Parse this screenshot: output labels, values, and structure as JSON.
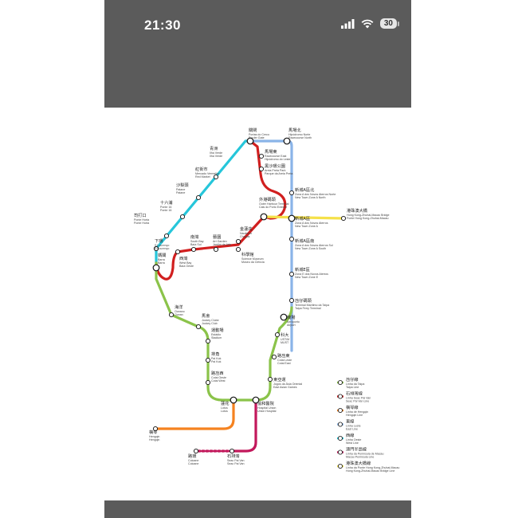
{
  "status_bar": {
    "time": "21:30",
    "battery": "30",
    "icons": [
      "signal-icon",
      "wifi-icon",
      "battery-icon"
    ]
  },
  "colors": {
    "taipa": "#8bc34a",
    "seac_pai_van": "#d11f1f",
    "hengqin": "#f58220",
    "east": "#8ab4e8",
    "west": "#26c6da",
    "peninsula": "#c2185b",
    "hzm": "#f5e14a"
  },
  "stations": [
    {
      "key": "portas",
      "zh": "關閘",
      "en1": "Portas do Cerco",
      "en2": "Border Gate"
    },
    {
      "key": "hip_norte",
      "zh": "馬場北",
      "en1": "Hipódromo Norte",
      "en2": "Racecourse North"
    },
    {
      "key": "hip_leste",
      "zh": "馬場東",
      "en1": "Racecourse East",
      "en2": "Hipódromo do Leste"
    },
    {
      "key": "areia_preta",
      "zh": "黑沙環公園",
      "en1": "Areia Preta Park",
      "en2": "Parque da Areia Preta"
    },
    {
      "key": "zaan_n",
      "zh": "新城A區北",
      "en1": "Zona A dos Novos Aterros Norte",
      "en2": "New Town Zone A North"
    },
    {
      "key": "hzmb",
      "zh": "港珠澳大橋",
      "en1": "Hong Kong-Zhuhai-Macao Bridge",
      "en2": "Ponte Hong Kong-Zhuhai-Macau"
    },
    {
      "key": "zaa",
      "zh": "新城A區",
      "en1": "Zona A dos Novos Aterros",
      "en2": "New Town Zone A"
    },
    {
      "key": "zaa_s",
      "zh": "新城A區南",
      "en1": "Zona A dos Novos Aterros Sul",
      "en2": "New Town Zone A South"
    },
    {
      "key": "outer",
      "zh": "外港碼頭",
      "en1": "Outer Harbour Terminal",
      "en2": "Cais do Porto Exterior"
    },
    {
      "key": "nautica",
      "zh": "金蓮花",
      "en1": "Nauticum",
      "en2": "Chagas"
    },
    {
      "key": "ciencia",
      "zh": "科學館",
      "en1": "Science Museum",
      "en2": "Museu da Ciência"
    },
    {
      "key": "jardim",
      "zh": "藝園",
      "en1": "Art Garden",
      "en2": "Jardim de Arte"
    },
    {
      "key": "nam_van",
      "zh": "南灣",
      "en1": "South Bay",
      "en2": "Baía Sul"
    },
    {
      "key": "oeste",
      "zh": "西灣",
      "en1": "West Bay",
      "en2": "Baía Oeste"
    },
    {
      "key": "barra",
      "zh": "媽閣",
      "en1": "Barra",
      "en2": "Barra"
    },
    {
      "key": "hahoi",
      "zh": "下環",
      "en1": "S.Lourenço",
      "en2": "S.Lourenço"
    },
    {
      "key": "ponte16",
      "zh": "司打口",
      "en1": "Ponte Horta",
      "en2": "Ponte Horta"
    },
    {
      "key": "ponte",
      "zh": "十六浦",
      "en1": "Ponte 16",
      "en2": "Ponte 16"
    },
    {
      "key": "patane",
      "zh": "沙梨頭",
      "en1": "Patane",
      "en2": "Patane"
    },
    {
      "key": "mercado",
      "zh": "紅街市",
      "en1": "Mercado Vermelho",
      "en2": "Red Market"
    },
    {
      "key": "lio",
      "zh": "青洲",
      "en1": "Ilha Verde",
      "en2": "Ilha Verde"
    },
    {
      "key": "zte",
      "zh": "新城E區",
      "en1": "Zona E dos Novos Aterros",
      "en2": "New Town Zone E"
    },
    {
      "key": "ferry",
      "zh": "氹仔碼頭",
      "en1": "Terminal Marítimo da Taipa",
      "en2": "Taipa Ferry Terminal"
    },
    {
      "key": "airport",
      "zh": "機場",
      "en1": "Aeroporto",
      "en2": "Airport"
    },
    {
      "key": "must",
      "zh": "科大",
      "en1": "UST/M",
      "en2": "MUST"
    },
    {
      "key": "cotai_east",
      "zh": "路氹東",
      "en1": "Cotai Leste",
      "en2": "Cotai East"
    },
    {
      "key": "east_asian",
      "zh": "東亞運",
      "en1": "Jogos da Ásia Oriental",
      "en2": "East Asian Games"
    },
    {
      "key": "union",
      "zh": "協和醫院",
      "en1": "Hospital Union",
      "en2": "Union Hospital"
    },
    {
      "key": "lotus",
      "zh": "蓮花",
      "en1": "Lótus",
      "en2": "Lotus"
    },
    {
      "key": "cotai_west",
      "zh": "路氹西",
      "en1": "Cotai Oeste",
      "en2": "Cotai West"
    },
    {
      "key": "paikok",
      "zh": "排角",
      "en1": "Pai Kok",
      "en2": "Pai Kok"
    },
    {
      "key": "stadium",
      "zh": "運動場",
      "en1": "Estádio",
      "en2": "Stadium"
    },
    {
      "key": "jockey",
      "zh": "馬會",
      "en1": "Jockey Clube",
      "en2": "Jockey Club"
    },
    {
      "key": "oceano",
      "zh": "海洋",
      "en1": "Oceano",
      "en2": "Ocean"
    },
    {
      "key": "hengqin",
      "zh": "橫琴",
      "en1": "Hengqin",
      "en2": "Hengqin"
    },
    {
      "key": "coloane",
      "zh": "路環",
      "en1": "Coloane",
      "en2": "Coloane"
    },
    {
      "key": "seac",
      "zh": "石排灣",
      "en1": "Seac Pai Van",
      "en2": "Seac Pai Van"
    }
  ],
  "legend": [
    {
      "zh": "氹仔線",
      "en1": "Linha da Taipa",
      "en2": "Taipa Line",
      "color": "#8bc34a"
    },
    {
      "zh": "石排灣線",
      "en1": "Linha Seac Pai Van",
      "en2": "Seac Pai Van Line",
      "color": "#d11f1f"
    },
    {
      "zh": "橫琴線",
      "en1": "Linha de Hengqin",
      "en2": "Hengqin Line",
      "color": "#f58220"
    },
    {
      "zh": "東線",
      "en1": "Linha Leste",
      "en2": "East Line",
      "color": "#8ab4e8"
    },
    {
      "zh": "西線",
      "en1": "Linha Oeste",
      "en2": "West Line",
      "color": "#26c6da"
    },
    {
      "zh": "澳門半島線",
      "en1": "Linha da Península de Macau",
      "en2": "Macau Peninsula Line",
      "color": "#c2185b"
    },
    {
      "zh": "港珠澳大橋線",
      "en1": "Linha da Ponte Hong Kong-Zhuhai-Macau",
      "en2": "Hong Kong-Zhuhai-Macao Bridge Line",
      "color": "#f5e14a"
    }
  ]
}
